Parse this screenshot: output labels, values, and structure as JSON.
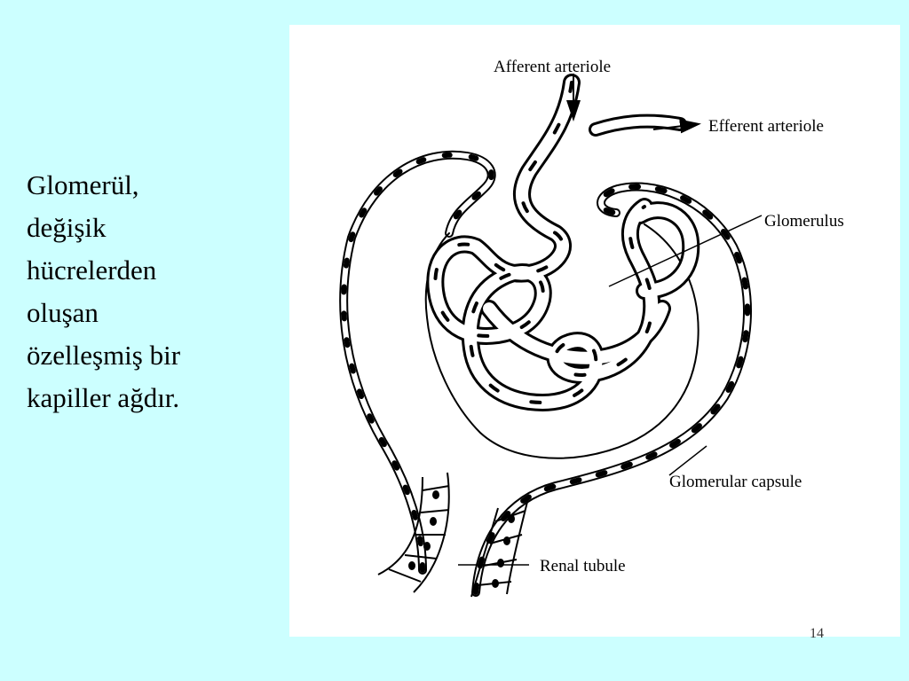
{
  "slide": {
    "text_lines": [
      "Glomerül,",
      "değişik",
      "hücrelerden",
      "oluşan",
      "özelleşmiş bir",
      "kapiller ağdır."
    ],
    "page_number": "14"
  },
  "diagram": {
    "labels": {
      "afferent": "Afferent arteriole",
      "efferent": "Efferent arteriole",
      "glomerulus": "Glomerulus",
      "capsule": "Glomerular capsule",
      "tubule": "Renal tubule"
    }
  },
  "colors": {
    "background": "#ccffff",
    "panel": "#ffffff",
    "ink": "#000000"
  }
}
